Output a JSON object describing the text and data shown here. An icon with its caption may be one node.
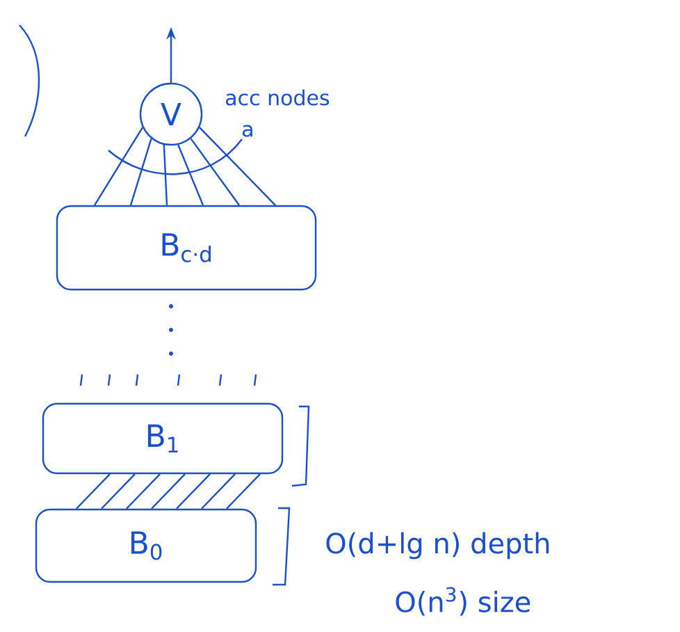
{
  "diagram": {
    "nodes": [
      {
        "text": [
          "V"
        ],
        "beside": [
          "acc nodes",
          "a"
        ]
      },
      {
        "text": [
          "B$_{c·d}$"
        ]
      },
      {
        "text": [
          "B$_{1}$"
        ]
      },
      {
        "text": [
          "B$_{0}$"
        ]
      }
    ],
    "edges": [
      {
        "from": 0,
        "to": null,
        "arrow": "to"
      },
      {
        "from": 1,
        "to": 0,
        "arrow": "none"
      },
      {
        "from": 1,
        "to": 0,
        "arrow": "none"
      },
      {
        "from": 1,
        "to": 0,
        "arrow": "none"
      },
      {
        "from": 1,
        "to": 0,
        "arrow": "none"
      },
      {
        "from": 1,
        "to": 0,
        "arrow": "none"
      },
      {
        "from": 1,
        "to": 0,
        "arrow": "none"
      },
      {
        "from": 3,
        "to": 2,
        "arrow": "none"
      },
      {
        "from": 3,
        "to": 2,
        "arrow": "none"
      },
      {
        "from": 3,
        "to": 2,
        "arrow": "none"
      },
      {
        "from": 3,
        "to": 2,
        "arrow": "none"
      },
      {
        "from": 3,
        "to": 2,
        "arrow": "none"
      },
      {
        "from": 3,
        "to": 2,
        "arrow": "none"
      },
      {
        "from": 3,
        "to": 2,
        "arrow": "none"
      }
    ],
    "labels": [
      "O(d+lg n) depth",
      "O(n$^{3}$) size"
    ]
  }
}
